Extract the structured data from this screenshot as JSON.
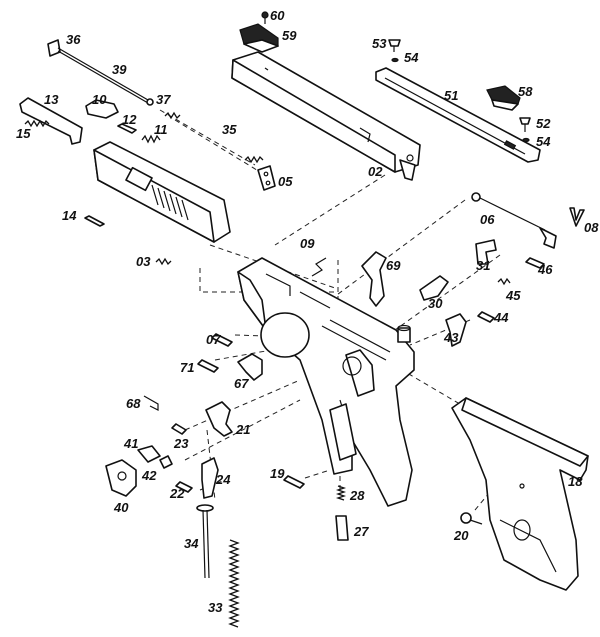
{
  "diagram": {
    "part_labels": [
      "60",
      "59",
      "53",
      "54",
      "51",
      "58",
      "52",
      "54",
      "36",
      "39",
      "37",
      "10",
      "13",
      "12",
      "11",
      "35",
      "15",
      "05",
      "02",
      "14",
      "06",
      "08",
      "09",
      "03",
      "69",
      "31",
      "46",
      "45",
      "30",
      "44",
      "07",
      "43",
      "71",
      "67",
      "68",
      "21",
      "23",
      "41",
      "42",
      "22",
      "24",
      "19",
      "28",
      "18",
      "40",
      "20",
      "27",
      "34",
      "33"
    ]
  },
  "colors": {
    "ink": "#111111",
    "paper": "#ffffff"
  }
}
